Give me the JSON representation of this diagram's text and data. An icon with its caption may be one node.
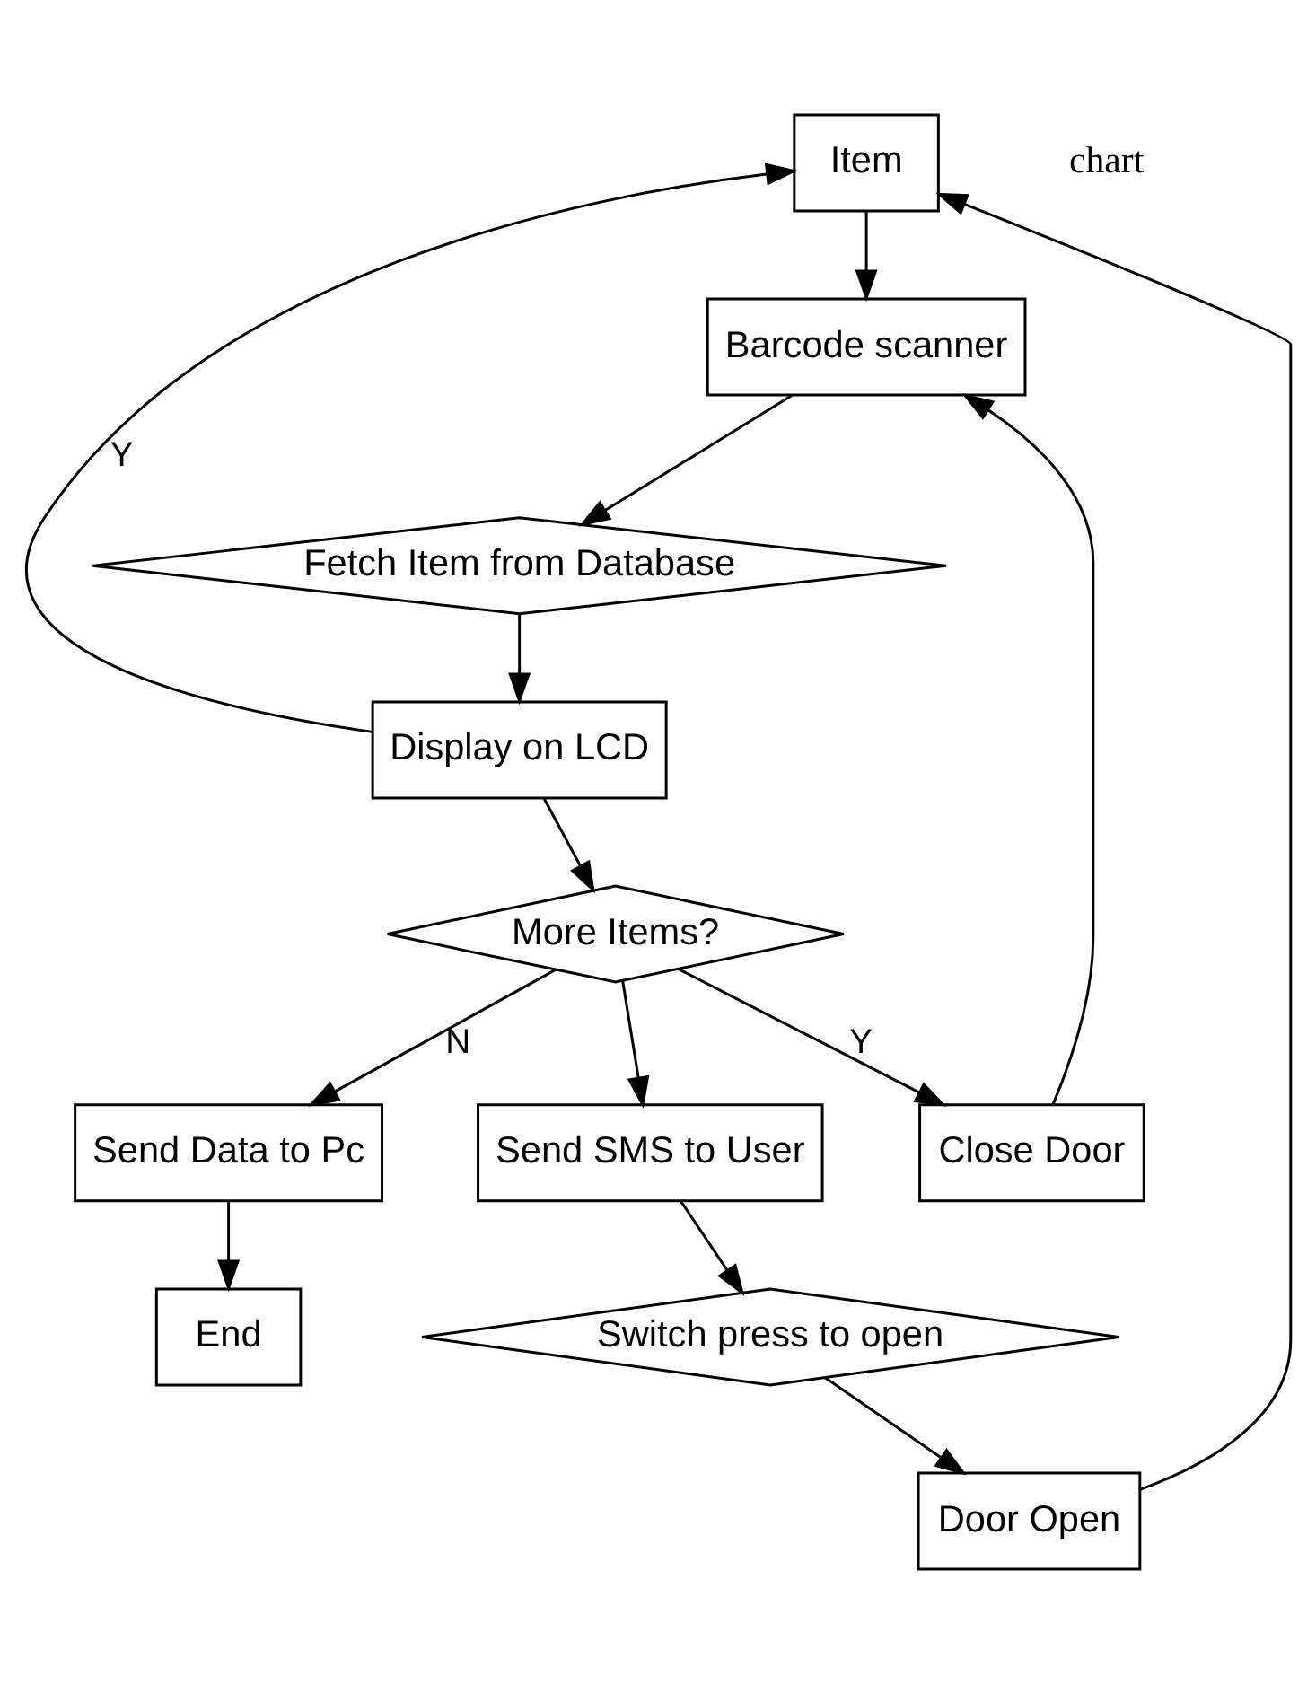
{
  "diagram": {
    "nodes": [
      {
        "text": [
          "Item"
        ]
      },
      {
        "text": [
          "Barcode scanner"
        ]
      },
      {
        "text": [
          "Fetch Item from Database"
        ]
      },
      {
        "text": [
          "Close Door"
        ]
      },
      {
        "text": [
          "Display on LCD"
        ]
      },
      {
        "text": [
          "More Items?"
        ]
      },
      {
        "text": [
          "Door Open"
        ]
      },
      {
        "text": [
          "Send SMS to User"
        ]
      },
      {
        "text": [
          "Send Data to Pc"
        ]
      },
      {
        "text": [
          "Switch press to open"
        ]
      },
      {
        "text": [
          "End"
        ]
      }
    ],
    "edges": [
      {
        "from": 0,
        "to": 1,
        "arrow": "to"
      },
      {
        "from": 1,
        "to": 2,
        "arrow": "to"
      },
      {
        "from": 2,
        "to": 4,
        "arrow": "to"
      },
      {
        "from": 4,
        "to": 0,
        "arrow": "to",
        "label": "Y"
      },
      {
        "from": 4,
        "to": 5,
        "arrow": "to"
      },
      {
        "from": 5,
        "to": 8,
        "arrow": "to",
        "label": "N"
      },
      {
        "from": 5,
        "to": 3,
        "arrow": "to",
        "label": "Y"
      },
      {
        "from": 3,
        "to": 1,
        "arrow": "to"
      },
      {
        "from": 5,
        "to": 7,
        "arrow": "to"
      },
      {
        "from": 7,
        "to": 9,
        "arrow": "to"
      },
      {
        "from": 9,
        "to": 6,
        "arrow": "to"
      },
      {
        "from": 6,
        "to": 0,
        "arrow": "to"
      },
      {
        "from": 8,
        "to": 10,
        "arrow": "to"
      }
    ],
    "labels": [
      "chart"
    ]
  }
}
